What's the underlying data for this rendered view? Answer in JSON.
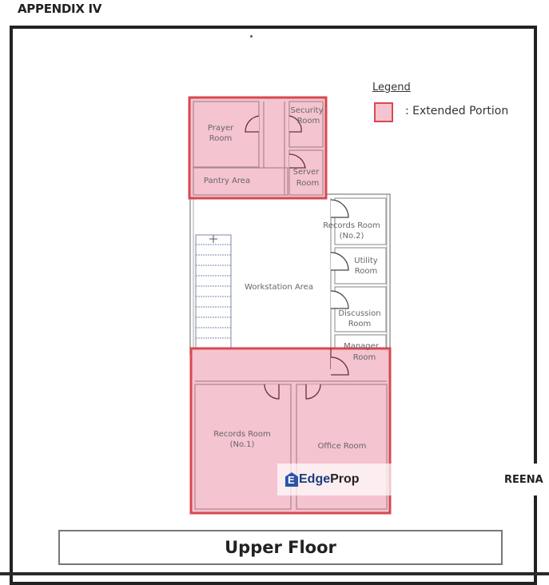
{
  "header": {
    "title": "APPENDIX IV"
  },
  "legend": {
    "title": "Legend",
    "items": [
      {
        "label": ": Extended Portion",
        "fill": "#f4c4d0",
        "stroke": "#d9484f"
      }
    ]
  },
  "rooms": {
    "prayer": [
      "Prayer",
      "Room"
    ],
    "security": [
      "Security",
      "Room"
    ],
    "server": [
      "Server",
      "Room"
    ],
    "pantry": "Pantry Area",
    "records2": [
      "Records Room",
      "(No.2)"
    ],
    "utility": [
      "Utility",
      "Room"
    ],
    "workstation": "Workstation Area",
    "discussion": [
      "Discussion",
      "Room"
    ],
    "manager": [
      "Manager",
      "Room"
    ],
    "records1": [
      "Records Room",
      "(No.1)"
    ],
    "office": "Office Room"
  },
  "colors": {
    "extended_fill": "#f4c4d0",
    "extended_stroke": "#d9484f",
    "wall": "#888888"
  },
  "caption": "Upper Floor",
  "watermark": {
    "brand_edge": "Edge",
    "brand_prop": "Prop",
    "icon_letter": "E",
    "agent": "REENA"
  }
}
